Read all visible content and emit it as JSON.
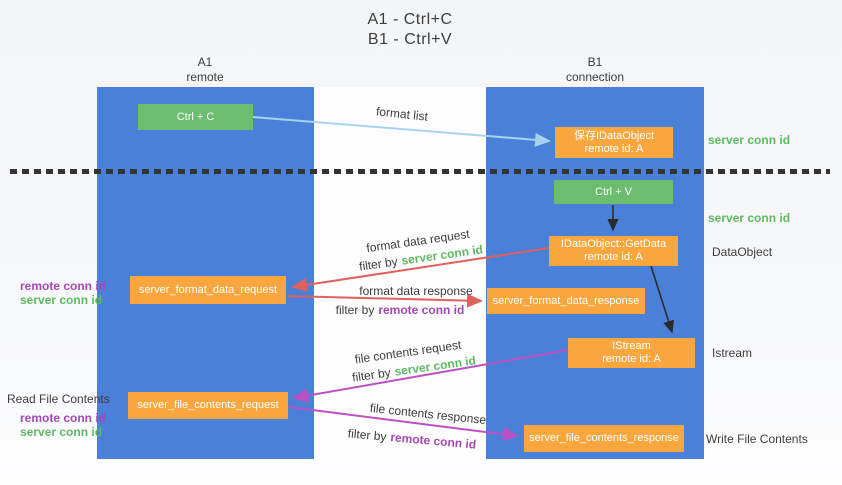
{
  "title": {
    "line1": "A1 - Ctrl+C",
    "line2": "B1 - Ctrl+V"
  },
  "columns": {
    "left": {
      "name": "A1",
      "subtitle": "remote"
    },
    "right": {
      "name": "B1",
      "subtitle": "connection"
    }
  },
  "nodes": {
    "ctrl_c": {
      "label": "Ctrl + C"
    },
    "save_idataobject": {
      "line1": "保存IDataObject",
      "line2": "remote id: A"
    },
    "ctrl_v": {
      "label": "Ctrl + V"
    },
    "getdata": {
      "line1": "IDataObject::GetData",
      "line2": "remote id: A"
    },
    "format_request": {
      "label": "server_format_data_request"
    },
    "format_response": {
      "label": "server_format_data_response"
    },
    "istream": {
      "line1": "IStream",
      "line2": "remote id: A"
    },
    "file_request": {
      "label": "server_file_contents_request"
    },
    "file_response": {
      "label": "server_file_contents_response"
    }
  },
  "edge_labels": {
    "format_list": "format list",
    "format_data_request": "format data request",
    "format_data_response": "format data response",
    "file_contents_request": "file contents request",
    "file_contents_response": "file contents response",
    "filter_by": "filter by"
  },
  "side_labels": {
    "server_conn_id": "server conn id",
    "remote_conn_id": "remote conn id",
    "dataobject": "DataObject",
    "istream": "Istream",
    "read_file_contents": "Read File Contents",
    "write_file_contents": "Write File Contents"
  },
  "colors": {
    "column_blue": "#4a80d8",
    "box_green": "#6cbd6f",
    "box_orange": "#f9a63e",
    "arrow_red": "#e0605e",
    "arrow_magenta": "#bd50c5",
    "arrow_lightblue": "#a5d3f0",
    "arrow_black": "#2b2b2b",
    "text_green": "#5eb963",
    "text_purple": "#a549b3",
    "text_dark": "#3d3d3d"
  }
}
